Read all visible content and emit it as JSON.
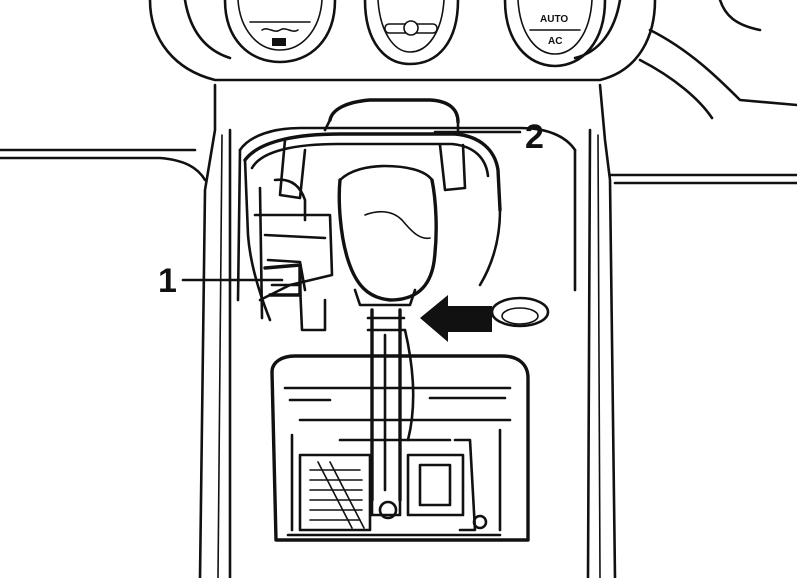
{
  "diagram": {
    "callouts": [
      {
        "id": "1",
        "label": "1"
      },
      {
        "id": "2",
        "label": "2"
      }
    ],
    "climate_knobs": {
      "right_top": "AUTO",
      "right_bottom": "AC"
    },
    "colors": {
      "line": "#111111",
      "background": "#ffffff",
      "arrow": "#111111"
    },
    "icons": [
      "direction-arrow-icon"
    ]
  }
}
